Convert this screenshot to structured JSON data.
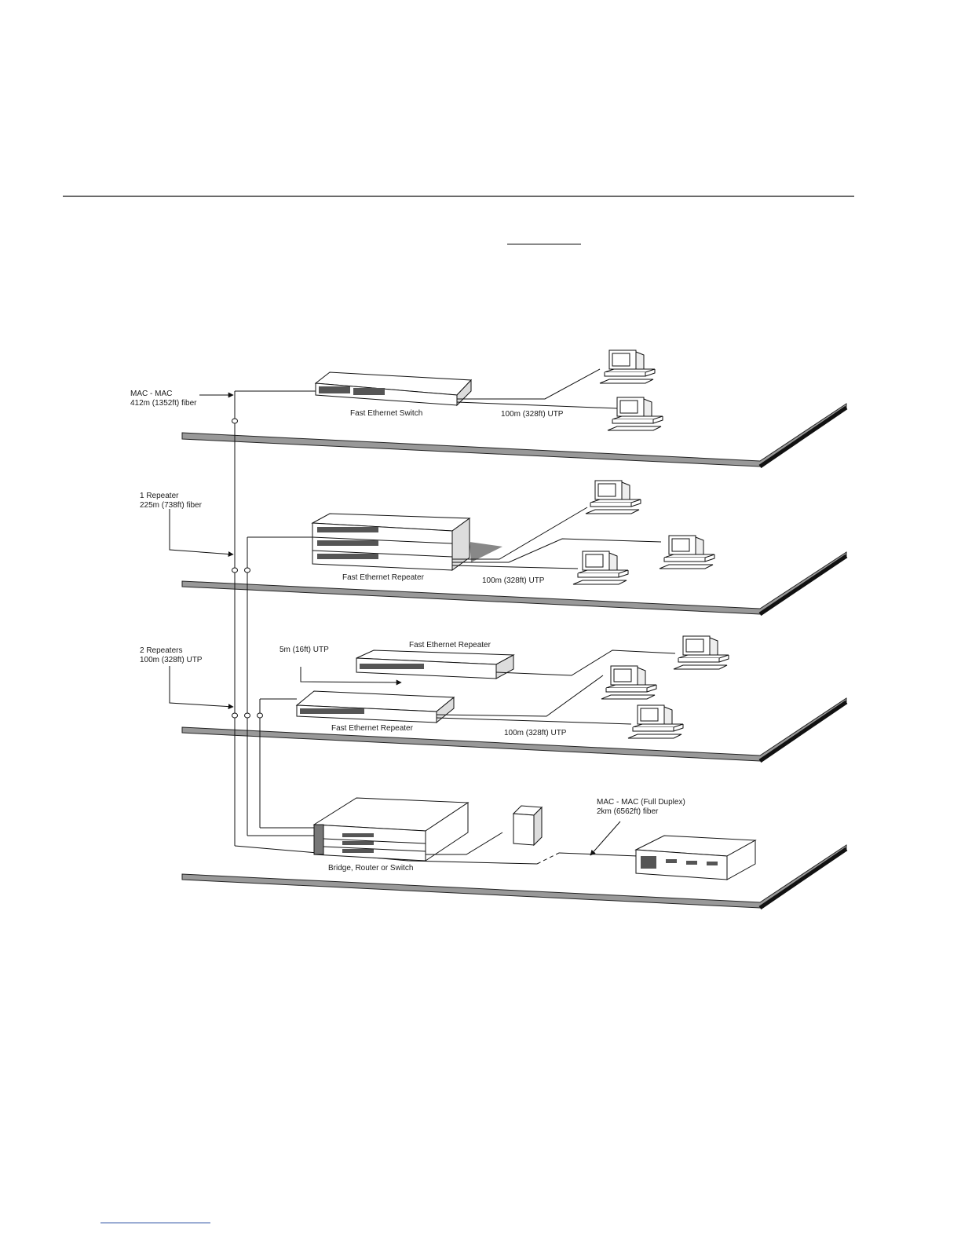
{
  "labels": {
    "mac_mac_fiber_line1": "MAC - MAC",
    "mac_mac_fiber_line2": "412m (1352ft) fiber",
    "switch_label": "Fast Ethernet Switch",
    "utp_floor1": "100m (328ft) UTP",
    "one_repeater_line1": "1 Repeater",
    "one_repeater_line2": "225m (738ft) fiber",
    "repeater_floor2": "Fast Ethernet Repeater",
    "utp_floor2": "100m (328ft) UTP",
    "two_repeaters_line1": "2 Repeaters",
    "two_repeaters_line2": "100m (328ft) UTP",
    "short_utp": "5m (16ft) UTP",
    "repeater_floor3_top": "Fast Ethernet Repeater",
    "repeater_floor3_bottom": "Fast Ethernet Repeater",
    "utp_floor3": "100m (328ft) UTP",
    "bridge_label": "Bridge, Router or Switch",
    "full_duplex_line1": "MAC - MAC (Full Duplex)",
    "full_duplex_line2": "2km (6562ft) fiber"
  }
}
